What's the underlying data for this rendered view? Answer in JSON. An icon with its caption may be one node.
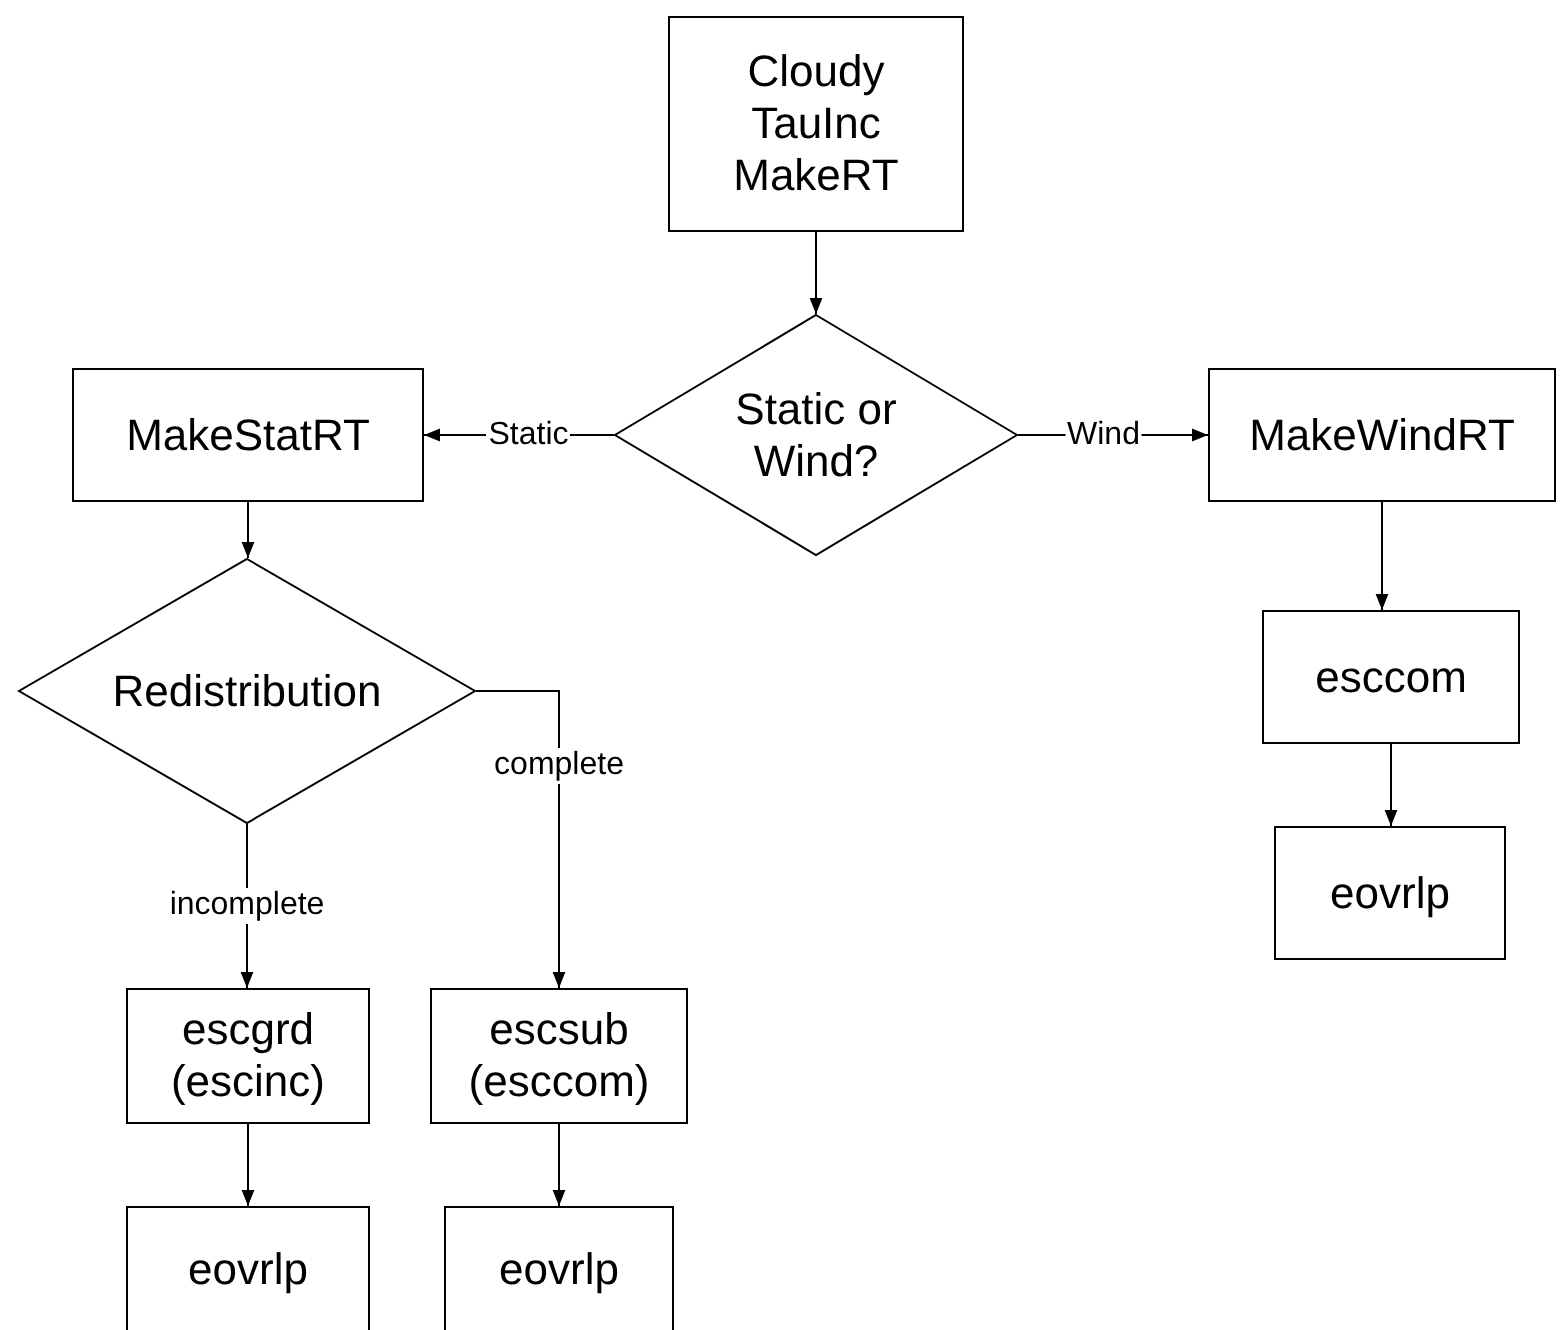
{
  "diagram": {
    "nodes": [
      {
        "text": [
          "Cloudy",
          "TauInc",
          "MakeRT"
        ]
      },
      {
        "text": [
          "Static or Wind?"
        ]
      },
      {
        "text": [
          "MakeStatRT"
        ]
      },
      {
        "text": [
          "MakeWindRT"
        ]
      },
      {
        "text": [
          "Redistribution"
        ]
      },
      {
        "text": [
          "esccom"
        ]
      },
      {
        "text": [
          "eovrlp"
        ]
      },
      {
        "text": [
          "escgrd",
          "(escinc)"
        ]
      },
      {
        "text": [
          "escsub",
          "(esccom)"
        ]
      },
      {
        "text": [
          "eovrlp"
        ]
      },
      {
        "text": [
          "eovrlp"
        ]
      }
    ],
    "edges": [
      {
        "from": 0,
        "to": 1,
        "arrow": "to"
      },
      {
        "from": 1,
        "to": 2,
        "arrow": "to",
        "label": "Static"
      },
      {
        "from": 1,
        "to": 3,
        "arrow": "to",
        "label": "Wind"
      },
      {
        "from": 2,
        "to": 4,
        "arrow": "to"
      },
      {
        "from": 4,
        "to": 7,
        "arrow": "to",
        "label": "incomplete"
      },
      {
        "from": 4,
        "to": 8,
        "arrow": "to",
        "label": "complete"
      },
      {
        "from": 3,
        "to": 5,
        "arrow": "to"
      },
      {
        "from": 5,
        "to": 6,
        "arrow": "to"
      },
      {
        "from": 7,
        "to": 9,
        "arrow": "to"
      },
      {
        "from": 8,
        "to": 10,
        "arrow": "to"
      }
    ]
  }
}
